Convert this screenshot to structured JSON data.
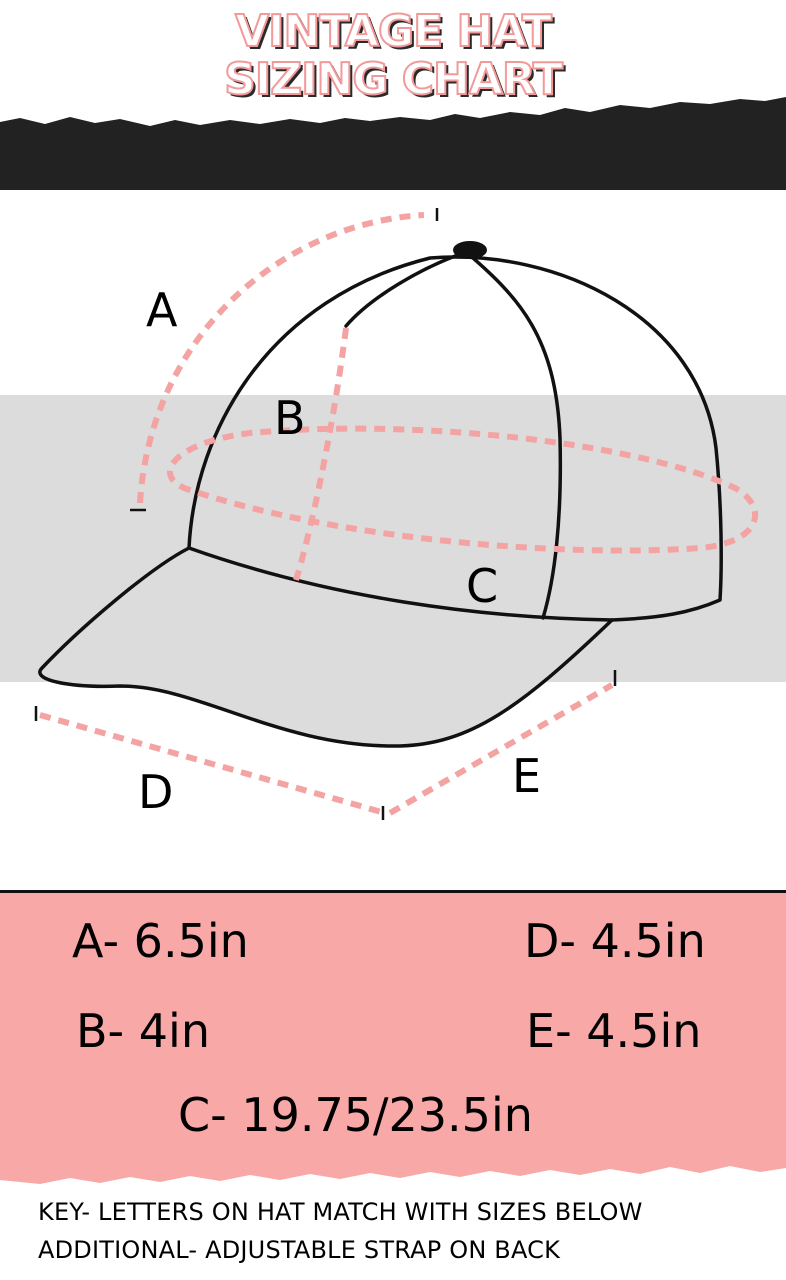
{
  "title": {
    "line1": "VINTAGE HAT",
    "line2": "SIZING CHART"
  },
  "diagram": {
    "letters": {
      "a": "A",
      "b": "B",
      "c": "C",
      "d": "D",
      "e": "E"
    }
  },
  "sizes": {
    "a": "A- 6.5in",
    "b": "B- 4in",
    "c": "C- 19.75/23.5in",
    "d": "D- 4.5in",
    "e": "E- 4.5in"
  },
  "notes": {
    "key": "KEY- LETTERS ON HAT MATCH WITH SIZES BELOW",
    "additional": "ADDITIONAL- ADJUSTABLE STRAP ON BACK"
  },
  "colors": {
    "accent_pink": "#f8a8a6",
    "dash_pink": "#f4a3a3",
    "band_grey": "#dcdcdc",
    "dark_band": "#222222"
  }
}
